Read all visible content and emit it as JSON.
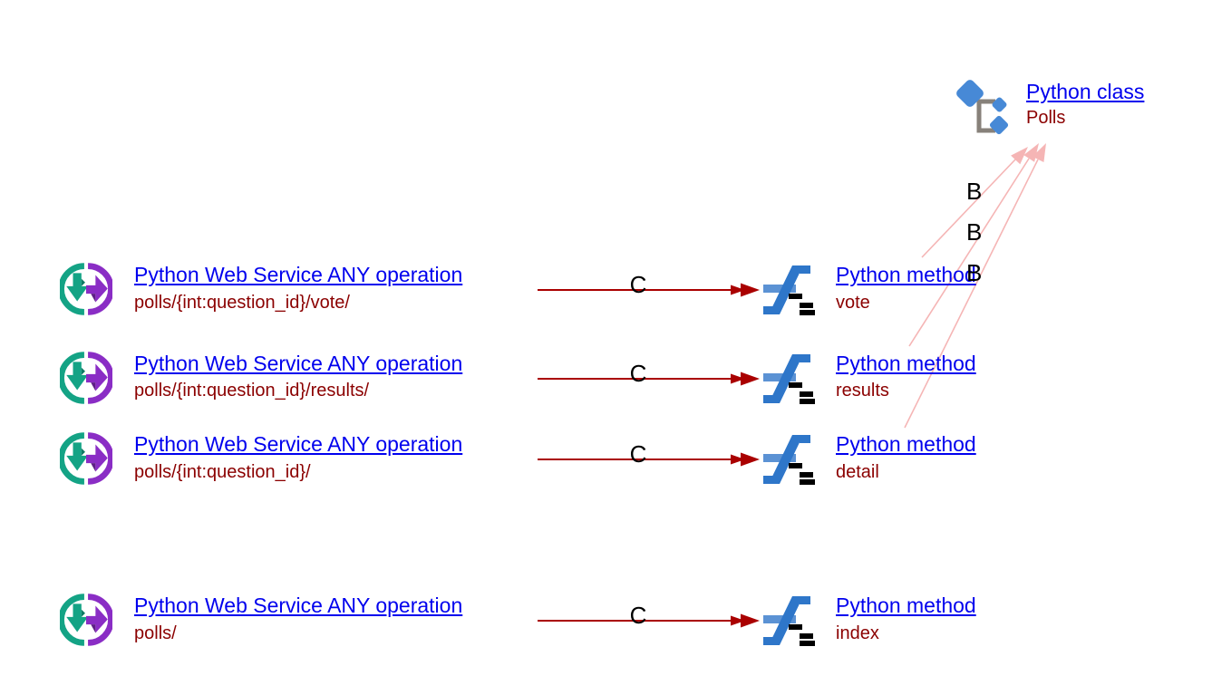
{
  "class_node": {
    "type_label": "Python class",
    "name": "Polls"
  },
  "rows": [
    {
      "service_label": "Python Web Service ANY operation",
      "path": "polls/{int:question_id}/vote/",
      "method_label": "Python method",
      "method_name": "vote"
    },
    {
      "service_label": "Python Web Service ANY operation",
      "path": "polls/{int:question_id}/results/",
      "method_label": "Python method",
      "method_name": "results"
    },
    {
      "service_label": "Python Web Service ANY operation",
      "path": "polls/{int:question_id}/",
      "method_label": "Python method",
      "method_name": "detail"
    },
    {
      "service_label": "Python Web Service ANY operation",
      "path": "polls/",
      "method_label": "Python method",
      "method_name": "index"
    }
  ],
  "edges": {
    "call_label": "C",
    "class_ref_label": "B",
    "call_arrow_count": 4,
    "class_arrow_count": 3
  },
  "icons": {
    "service": "python-web-service-icon",
    "method": "python-method-icon",
    "class": "python-class-icon"
  },
  "colors": {
    "link_blue": "#0000ee",
    "dark_red_text": "#8b0000",
    "call_arrow_red": "#aa0000",
    "class_arrow_pink": "#f5b5b5",
    "edge_label_black": "#000000",
    "method_icon_blue": "#2e76c9",
    "method_icon_light_blue": "#5b92d4",
    "class_icon_blue": "#4789d6",
    "class_icon_gray": "#87817a",
    "service_icon_green": "#14a385",
    "service_icon_purple": "#8a2dc5",
    "background": "#ffffff"
  }
}
